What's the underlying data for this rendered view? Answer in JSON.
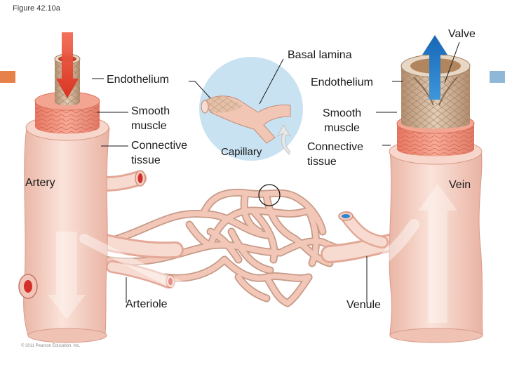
{
  "figure_label": "Figure 42.10a",
  "copyright": "© 2011 Pearson Education, Inc.",
  "labels": {
    "valve": "Valve",
    "basal_lamina": "Basal lamina",
    "endothelium_left": "Endothelium",
    "endothelium_right": "Endothelium",
    "smooth_muscle_left": "Smooth\nmuscle",
    "connective_tissue_left": "Connective\ntissue",
    "smooth_muscle_right": "Smooth\nmuscle",
    "connective_tissue_right": "Connective\ntissue",
    "capillary": "Capillary",
    "artery": "Artery",
    "vein": "Vein",
    "arteriole": "Arteriole",
    "venule": "Venule"
  },
  "colors": {
    "vessel_pink": "#f7d3c6",
    "smooth_muscle": "#ef8f7a",
    "endothelium_tan": "#c9a88a",
    "capillary_bubble": "#c9e2f2",
    "artery_arrow": "#e0432f",
    "vein_arrow": "#1f78c8",
    "nav_tab_left": "#e7814a",
    "nav_tab_right": "#8fb8d8"
  }
}
